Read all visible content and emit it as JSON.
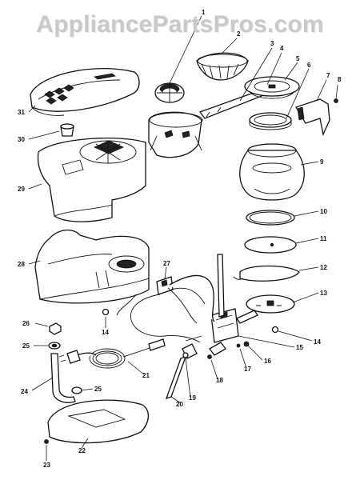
{
  "watermark": "AppliancePartsPros.com",
  "callouts": {
    "c1": "1",
    "c2": "2",
    "c3": "3",
    "c4": "4",
    "c5": "5",
    "c6": "6",
    "c7": "7",
    "c8": "8",
    "c9": "9",
    "c10": "10",
    "c11": "11",
    "c12": "12",
    "c13": "13",
    "c14a": "14",
    "c14b": "14",
    "c15": "15",
    "c16": "16",
    "c17": "17",
    "c18": "18",
    "c19": "19",
    "c20": "20",
    "c21": "21",
    "c22": "22",
    "c23": "23",
    "c24": "24",
    "c25a": "25",
    "c25b": "25",
    "c26": "26",
    "c27": "27",
    "c28": "28",
    "c29": "29",
    "c30": "30",
    "c31": "31"
  }
}
